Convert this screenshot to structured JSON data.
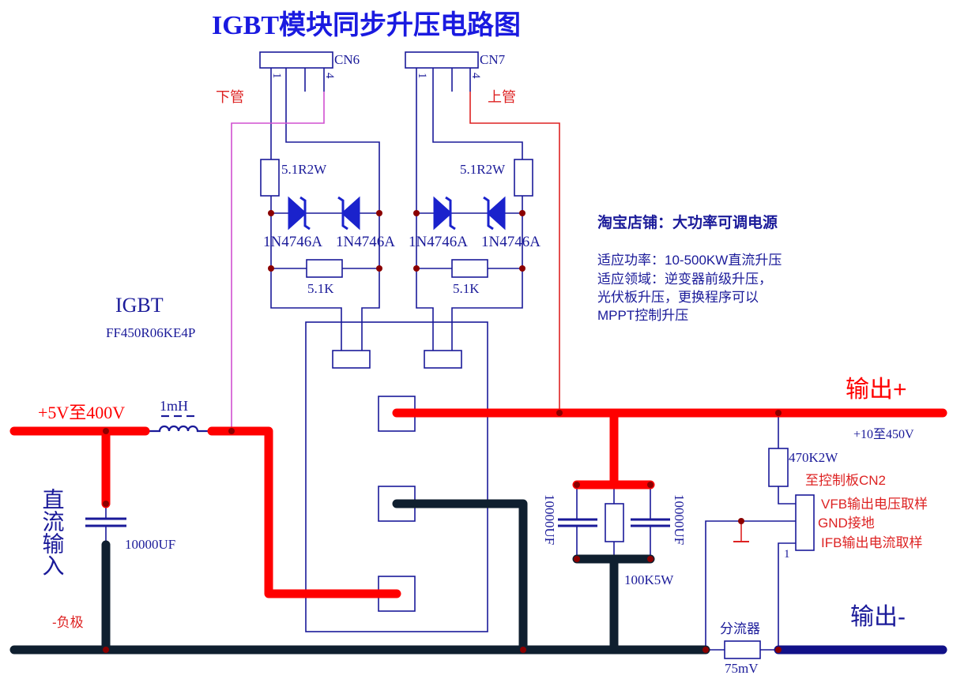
{
  "title": "IGBT模块同步升压电路图",
  "connectors": {
    "cn6": {
      "name": "CN6",
      "pin_first": "1",
      "pin_last": "4",
      "role": "下管"
    },
    "cn7": {
      "name": "CN7",
      "pin_first": "1",
      "pin_last": "4",
      "role": "上管"
    }
  },
  "gate_left": {
    "resistor": "5.1R2W",
    "zener_a": "1N4746A",
    "zener_b": "1N4746A",
    "pulldown": "5.1K"
  },
  "gate_right": {
    "resistor": "5.1R2W",
    "zener_a": "1N4746A",
    "zener_b": "1N4746A",
    "pulldown": "5.1K"
  },
  "igbt": {
    "label": "IGBT",
    "part": "FF450R06KE4P"
  },
  "shop": {
    "title": "淘宝店铺：大功率可调电源",
    "lines": [
      "适应功率：10-500KW直流升压",
      "适应领域：逆变器前级升压，",
      "光伏板升压，更换程序可以",
      "MPPT控制升压"
    ]
  },
  "input": {
    "voltage": "+5V至400V",
    "label": "直流输入",
    "negative": "-负极",
    "capacitor": "10000UF"
  },
  "inductor": "1mH",
  "output": {
    "positive": "输出+",
    "range": "+10至450V",
    "negative": "输出-",
    "cap_left": "10000UF",
    "cap_right": "10000UF",
    "bleeder": "100K5W",
    "divider": "470K2W",
    "shunt_name": "分流器",
    "shunt_value": "75mV"
  },
  "control": {
    "to_board": "至控制板CN2",
    "vfb": "VFB输出电压取样",
    "gnd": "GND接地",
    "ifb": "IFB输出电流取样",
    "pin1": "1"
  },
  "colors": {
    "wire": "#1a1a99",
    "power": "#ff0000",
    "ground": "#0f1f2f",
    "neg_bus": "#111188",
    "magenta": "#d050d0",
    "red_signal": "#dd2222",
    "diode": "#1a22cc",
    "junction": "#8b0000",
    "title": "#1a1ae0"
  }
}
